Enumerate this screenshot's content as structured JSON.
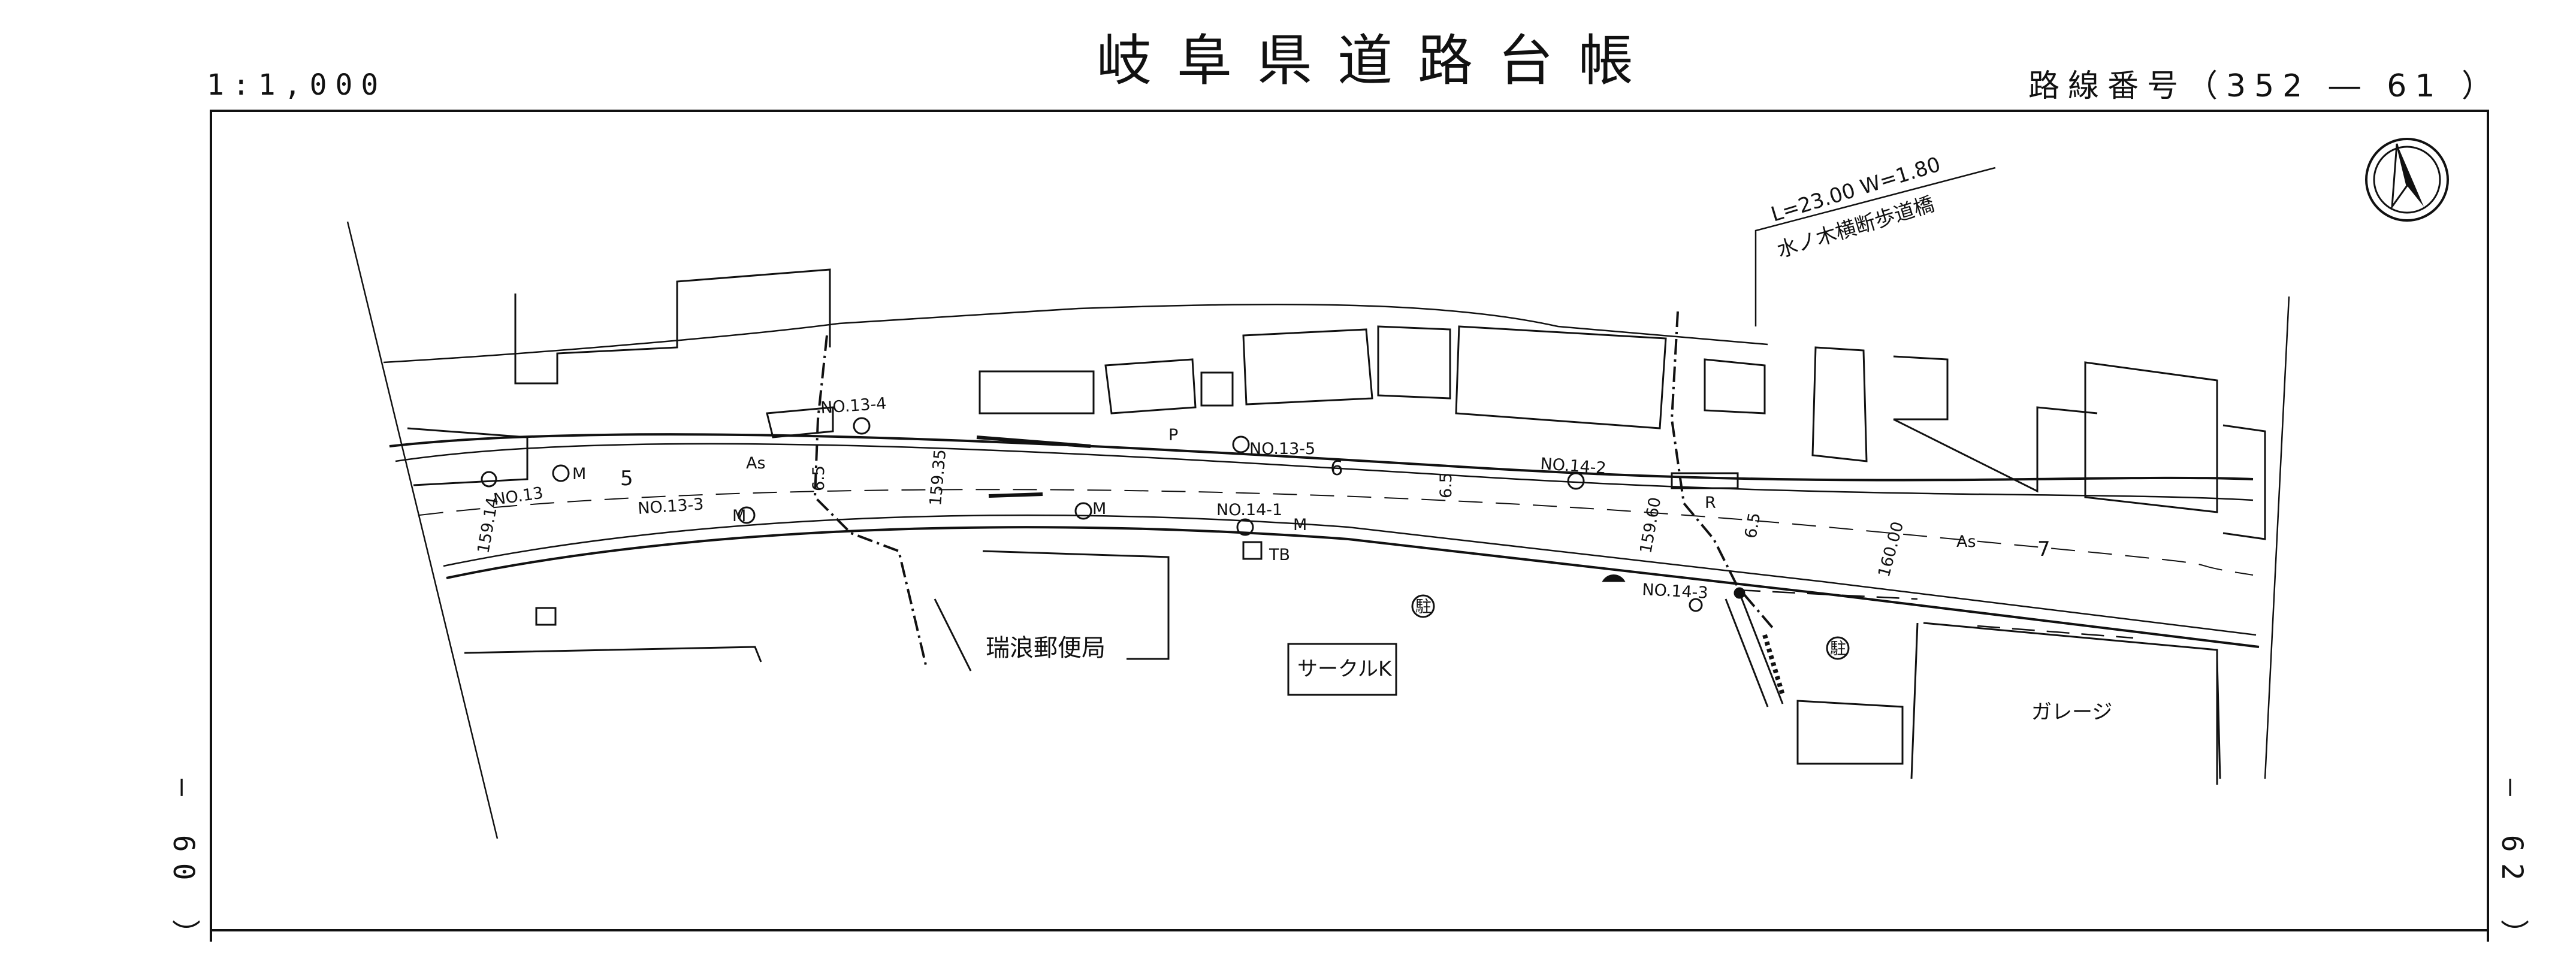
{
  "header": {
    "title": "岐阜県道路台帳",
    "scale": "1:1,000",
    "route_number": "路線番号（352 ― 61 ）"
  },
  "sheet_refs": {
    "left": "― 60 ）",
    "right": "― 62 ）"
  },
  "map": {
    "bridge_dimensions": "L=23.00   W=1.80",
    "bridge_name": "水ノ木横断歩道橋",
    "stations": {
      "no13": "NO.13",
      "no13_3": "NO.13-3",
      "no13_4": "NO.13-4",
      "no13_5": "NO.13-5",
      "no14_1": "NO.14-1",
      "no14_2": "NO.14-2",
      "no14_3": "NO.14-3"
    },
    "stationing": {
      "s5": "5",
      "s6": "6",
      "s7": "7"
    },
    "elevations": {
      "e1": "159.14",
      "e2": "159.35",
      "e3": "159.60",
      "e4": "160.00"
    },
    "widths": {
      "w1": "6.5",
      "w2": "6.5",
      "w3": "6.5"
    },
    "surface_labels": {
      "as1": "As",
      "as2": "As"
    },
    "symbols": {
      "manhole": "M",
      "pole": "P",
      "tb": "TB",
      "r": "R",
      "parking": "駐"
    },
    "buildings": {
      "post_office": "瑞浪郵便局",
      "circle_k": "サークルK",
      "garage": "ガレージ"
    },
    "north_arrow": "north-arrow-icon"
  }
}
